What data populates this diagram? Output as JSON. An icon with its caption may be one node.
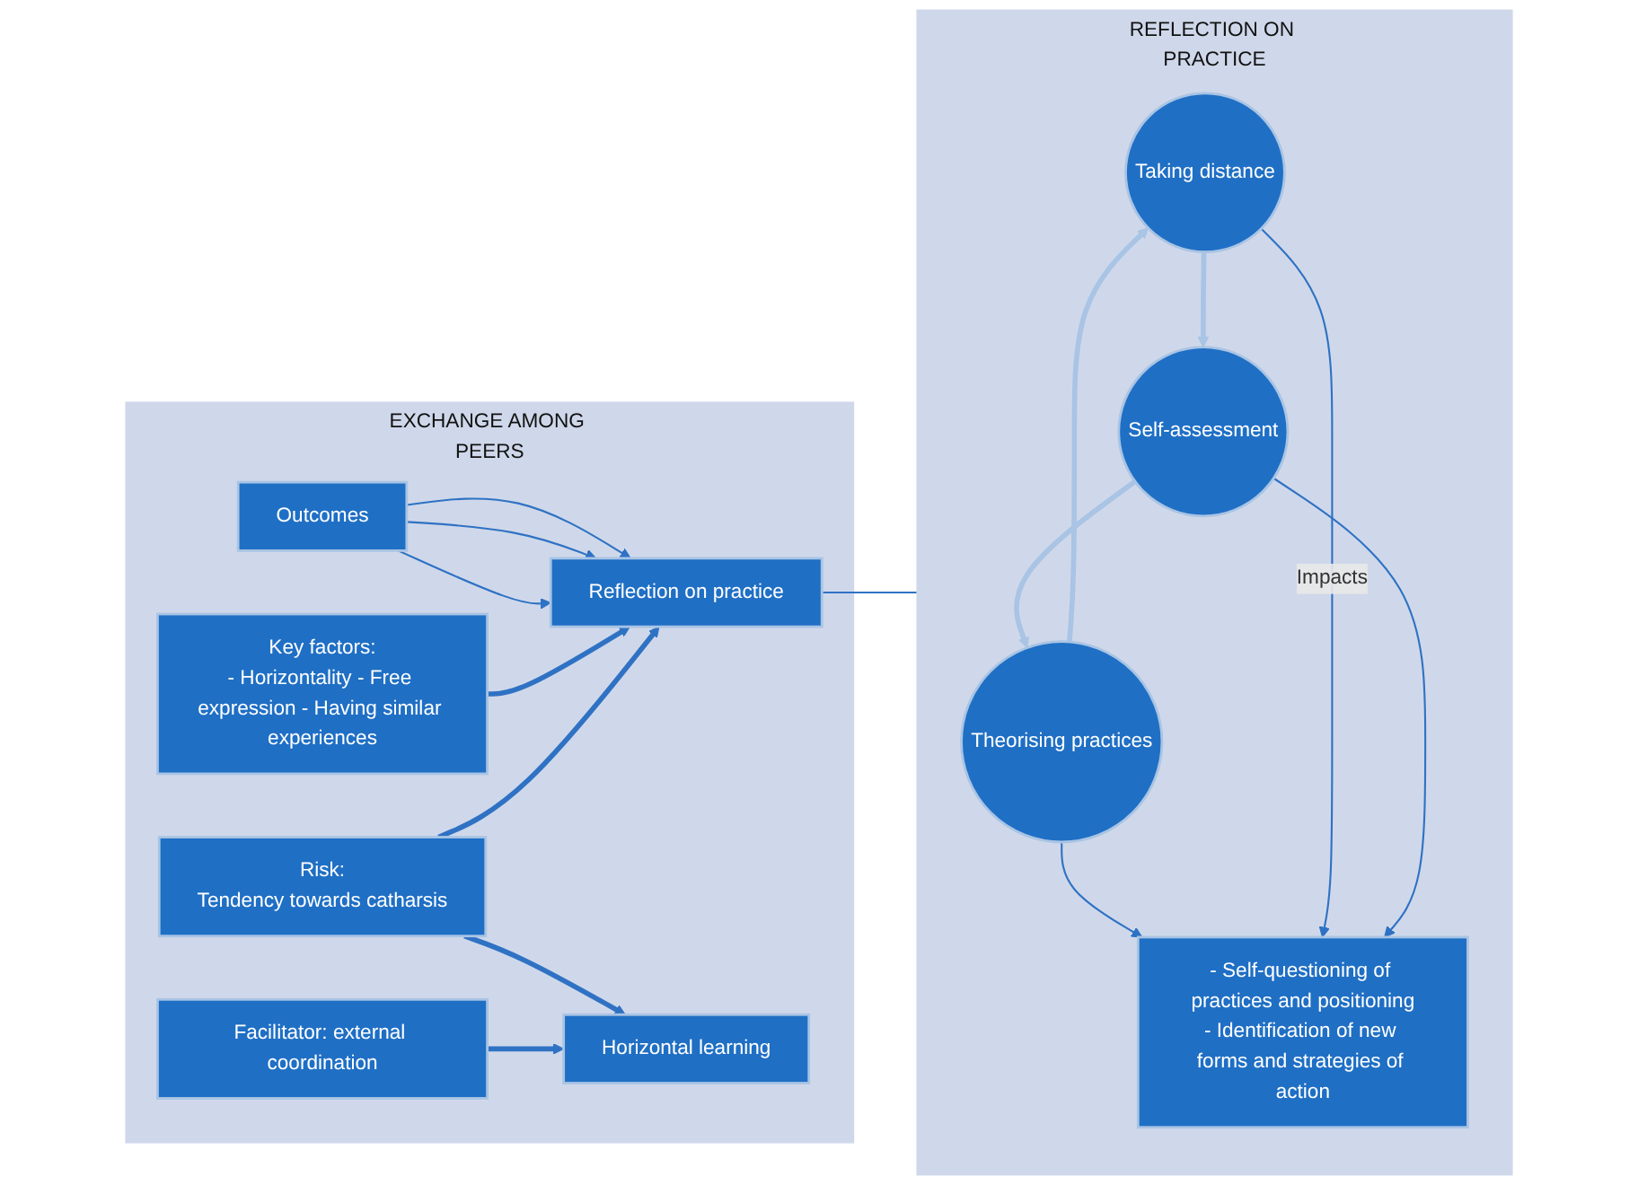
{
  "diagram": {
    "nodes": [
      {
        "text": [
          "EXCHANGE AMONG PEERS"
        ]
      },
      {
        "text": [
          "Key factors:",
          "- Horizontality - Free expression - Having similar experiences"
        ],
        "in": 0
      },
      {
        "text": [
          "Outcomes"
        ],
        "in": 0
      },
      {
        "text": [
          "Reflection on practice"
        ],
        "in": 0
      },
      {
        "text": [
          "Risk:",
          "Tendency towards catharsis"
        ],
        "in": 0
      },
      {
        "text": [
          "Horizontal learning"
        ],
        "in": 0
      },
      {
        "text": [
          "Facilitator: external coordination"
        ],
        "in": 0
      },
      {
        "text": [
          "REFLECTION ON PRACTICE"
        ]
      },
      {
        "text": [
          "Taking distance"
        ],
        "in": 7
      },
      {
        "text": [
          "Self-assessment"
        ],
        "in": 7
      },
      {
        "text": [
          "Theorising practices"
        ],
        "in": 7
      },
      {
        "text": [
          "- Self-questioning of practices and positioning",
          "- Identification of new forms and strategies of action"
        ],
        "in": 7
      }
    ],
    "edges": [
      {
        "from": 2,
        "to": 3,
        "arrow": "to"
      },
      {
        "from": 2,
        "to": 3,
        "arrow": "to"
      },
      {
        "from": 2,
        "to": 3,
        "arrow": "to"
      },
      {
        "from": 1,
        "to": 3,
        "arrow": "to",
        "style": "thick"
      },
      {
        "from": 4,
        "to": 3,
        "arrow": "to",
        "style": "thick"
      },
      {
        "from": 4,
        "to": 5,
        "arrow": "to",
        "style": "thick"
      },
      {
        "from": 6,
        "to": 5,
        "arrow": "to",
        "style": "thick"
      },
      {
        "from": 3,
        "to": 7,
        "arrow": "none"
      },
      {
        "from": 10,
        "to": 8,
        "arrow": "to",
        "style": "thick",
        "color": "#a9c4e4"
      },
      {
        "from": 8,
        "to": 9,
        "arrow": "to",
        "style": "thick",
        "color": "#a9c4e4"
      },
      {
        "from": 9,
        "to": 10,
        "arrow": "to",
        "style": "thick",
        "color": "#a9c4e4"
      },
      {
        "from": 10,
        "to": 11,
        "arrow": "to"
      },
      {
        "from": 8,
        "to": 11,
        "arrow": "to",
        "label": "Impacts"
      },
      {
        "from": 9,
        "to": 11,
        "arrow": "to"
      }
    ]
  }
}
